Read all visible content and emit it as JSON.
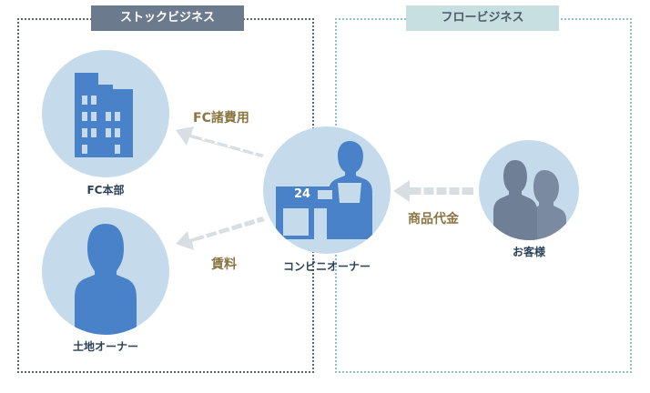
{
  "panels": {
    "stock": {
      "title": "ストックビジネス"
    },
    "flow": {
      "title": "フロービジネス"
    }
  },
  "nodes": {
    "hq": {
      "label": "FC本部"
    },
    "landowner": {
      "label": "土地オーナー"
    },
    "conbini_owner": {
      "label": "コンビニオーナー",
      "store_sign": "24"
    },
    "customers": {
      "label": "お客様"
    }
  },
  "flows": {
    "fc_fees": {
      "label": "FC諸費用"
    },
    "rent": {
      "label": "賃料"
    },
    "sales": {
      "label": "商品代金"
    }
  },
  "colors": {
    "circle": "#c5dbeb",
    "icon_blue": "#4a82c9",
    "icon_gray": "#6f7f96",
    "arrow": "#d9dee2",
    "flow_text": "#8a7644"
  }
}
